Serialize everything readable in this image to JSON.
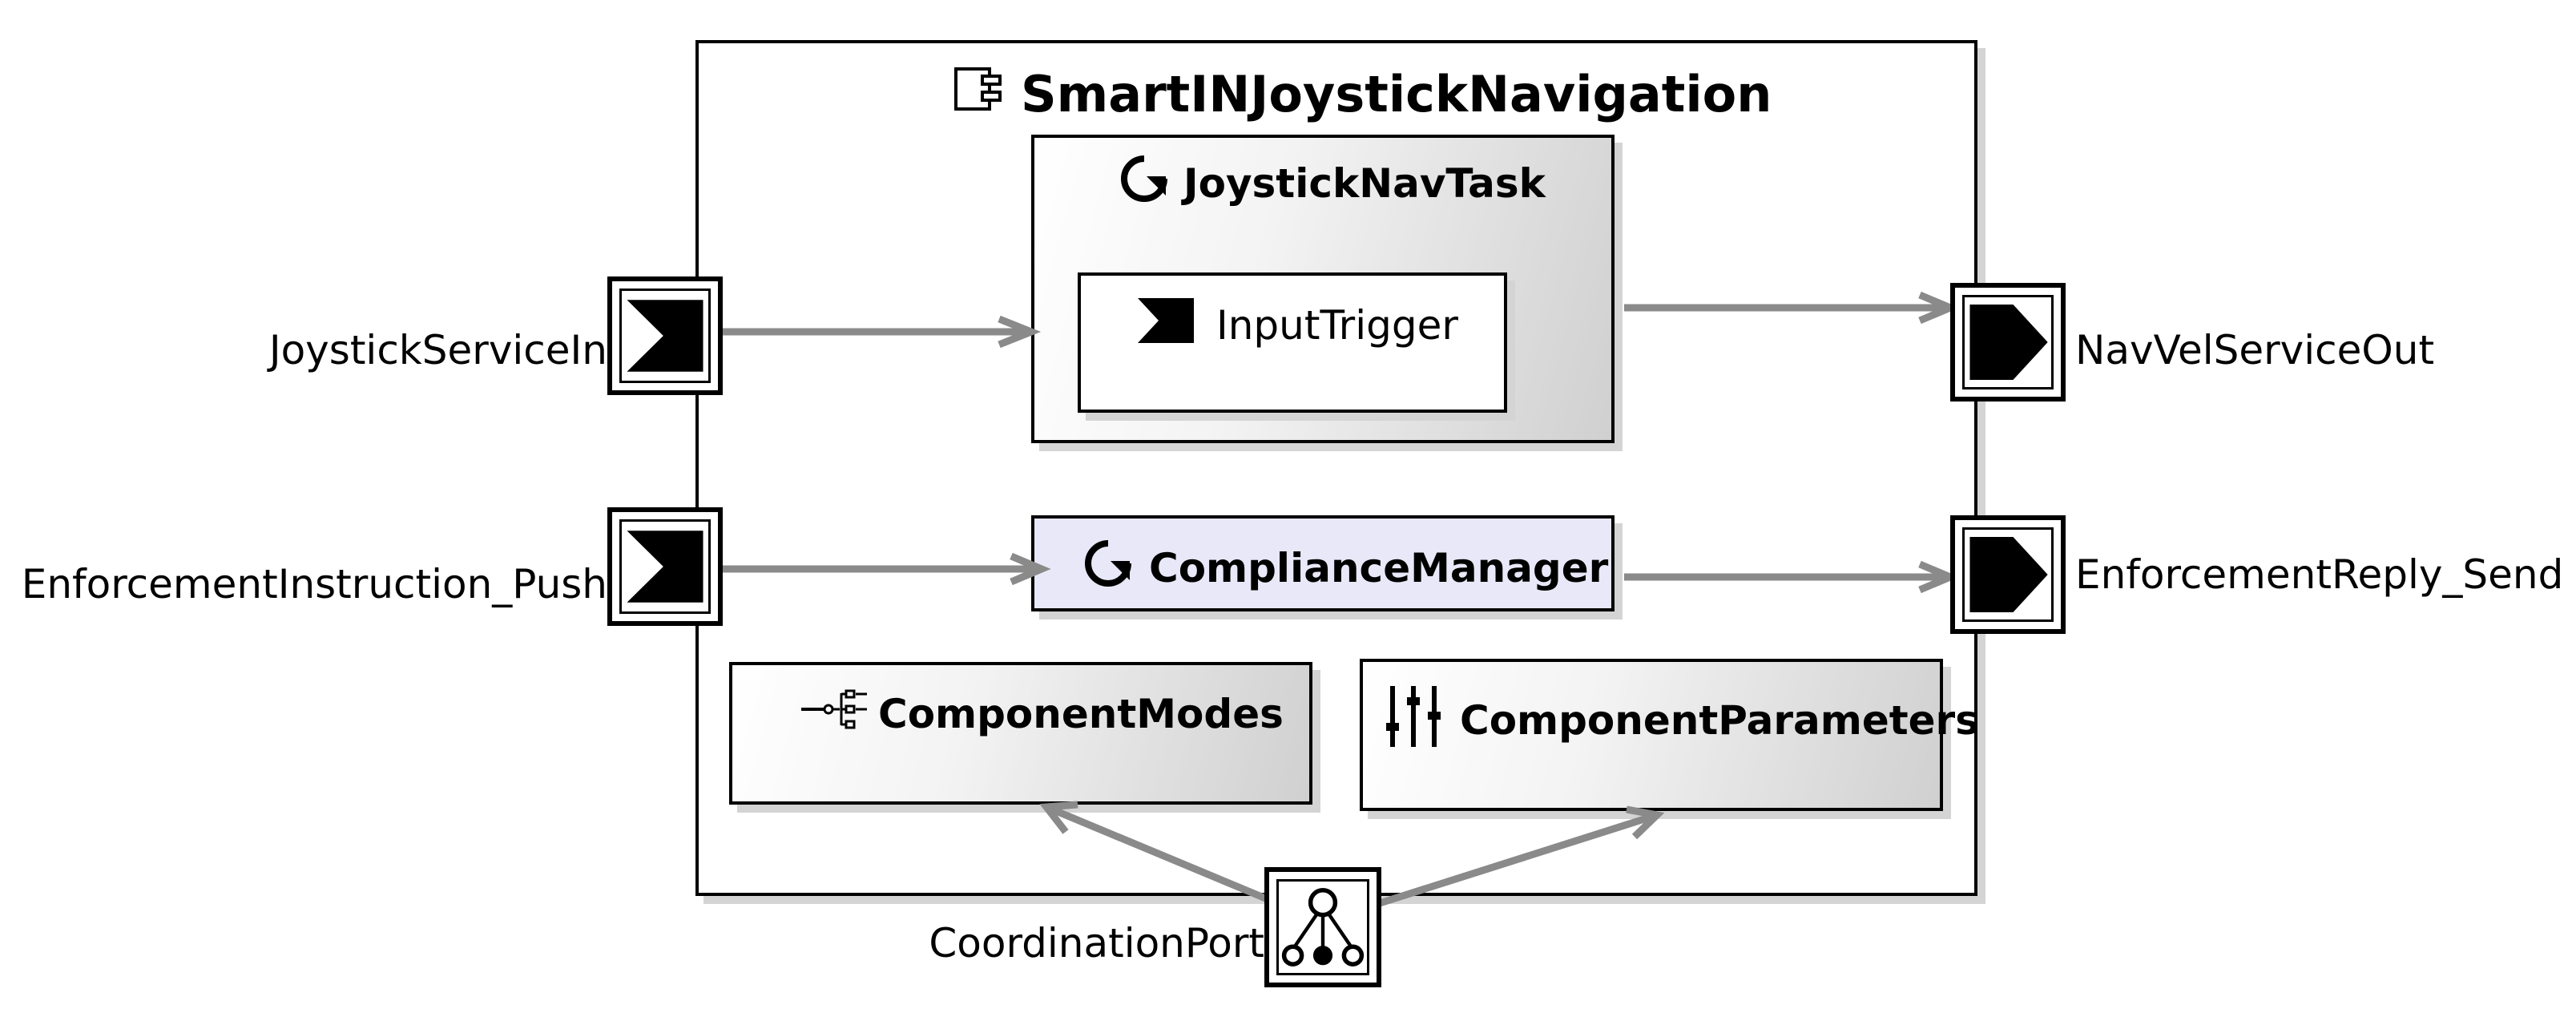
{
  "component": {
    "name": "SmartINJoystickNavigation",
    "icon": "component-icon"
  },
  "tasks": [
    {
      "name": "JoystickNavTask",
      "icon": "task-cycle-icon",
      "trigger": {
        "label": "InputTrigger",
        "icon": "input-trigger-icon"
      }
    },
    {
      "name": "ComplianceManager",
      "icon": "task-cycle-icon"
    }
  ],
  "blocks": {
    "modes": {
      "label": "ComponentModes",
      "icon": "modes-tree-icon"
    },
    "parameters": {
      "label": "ComponentParameters",
      "icon": "parameters-sliders-icon"
    }
  },
  "ports": {
    "inputs": [
      {
        "label": "JoystickServiceIn",
        "icon": "input-port-icon"
      },
      {
        "label": "EnforcementInstruction_Push",
        "icon": "input-port-icon"
      }
    ],
    "outputs": [
      {
        "label": "NavVelServiceOut",
        "icon": "output-port-icon"
      },
      {
        "label": "EnforcementReply_Send",
        "icon": "output-port-icon"
      }
    ],
    "coordination": {
      "label": "CoordinationPort",
      "icon": "coordination-port-icon"
    }
  },
  "colors": {
    "connector": "#8a8a8a",
    "compliance_fill": "#e8e8f8",
    "border": "#000000"
  }
}
